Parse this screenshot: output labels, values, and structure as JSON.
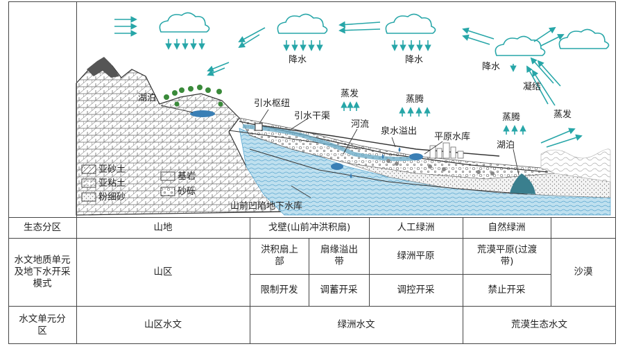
{
  "diagram": {
    "labels": {
      "lake_left": "湖泊",
      "diversion_hub": "引水枢纽",
      "main_canal": "引水干渠",
      "river": "河流",
      "spring_overflow": "泉水溢出",
      "plain_reservoir": "平原水库",
      "lake_right": "湖泊",
      "evaporation_1": "蒸发",
      "transpiration_1": "蒸腾",
      "transpiration_2": "蒸腾",
      "evaporation_2": "蒸发",
      "precip_1": "降水",
      "precip_2": "降水",
      "precip_3": "降水",
      "condensation": "凝结",
      "piedmont_reservoir": "山前凹陷地下水库"
    },
    "legend": [
      {
        "label": "亚砂土",
        "pattern": "sandy-loam"
      },
      {
        "label": "基岩",
        "pattern": "bedrock"
      },
      {
        "label": "亚粘土",
        "pattern": "clay-loam"
      },
      {
        "label": "粉细砂",
        "pattern": "fine-sand"
      },
      {
        "label": "砂砾",
        "pattern": "gravel"
      }
    ],
    "colors": {
      "water": "#5aa7cf",
      "arrow": "#27a6a8",
      "aquifer": "#bfe0ef"
    }
  },
  "table": {
    "row1": {
      "header": "生态分区",
      "mountain": "山地",
      "gobi": "戈壁(山前冲洪积扇)",
      "artificial_oasis": "人工绿洲",
      "natural_oasis": "自然绿洲"
    },
    "row2": {
      "header": "水文地质单元及地下水开采模式",
      "mountain_area": "山区",
      "fan_upper": "洪积扇上部",
      "fan_edge": "扇缘溢出带",
      "oasis_plain": "绿洲平原",
      "desert_plain": "荒漠平原(过渡带)",
      "desert": "沙漠",
      "mode_restrict": "限制开发",
      "mode_regulate_store": "调蓄开采",
      "mode_control": "调控开采",
      "mode_ban": "禁止开采"
    },
    "row3": {
      "header": "水文单元分区",
      "mountain_hydro": "山区水文",
      "oasis_hydro": "绿洲水文",
      "desert_hydro": "荒漠生态水文"
    }
  }
}
